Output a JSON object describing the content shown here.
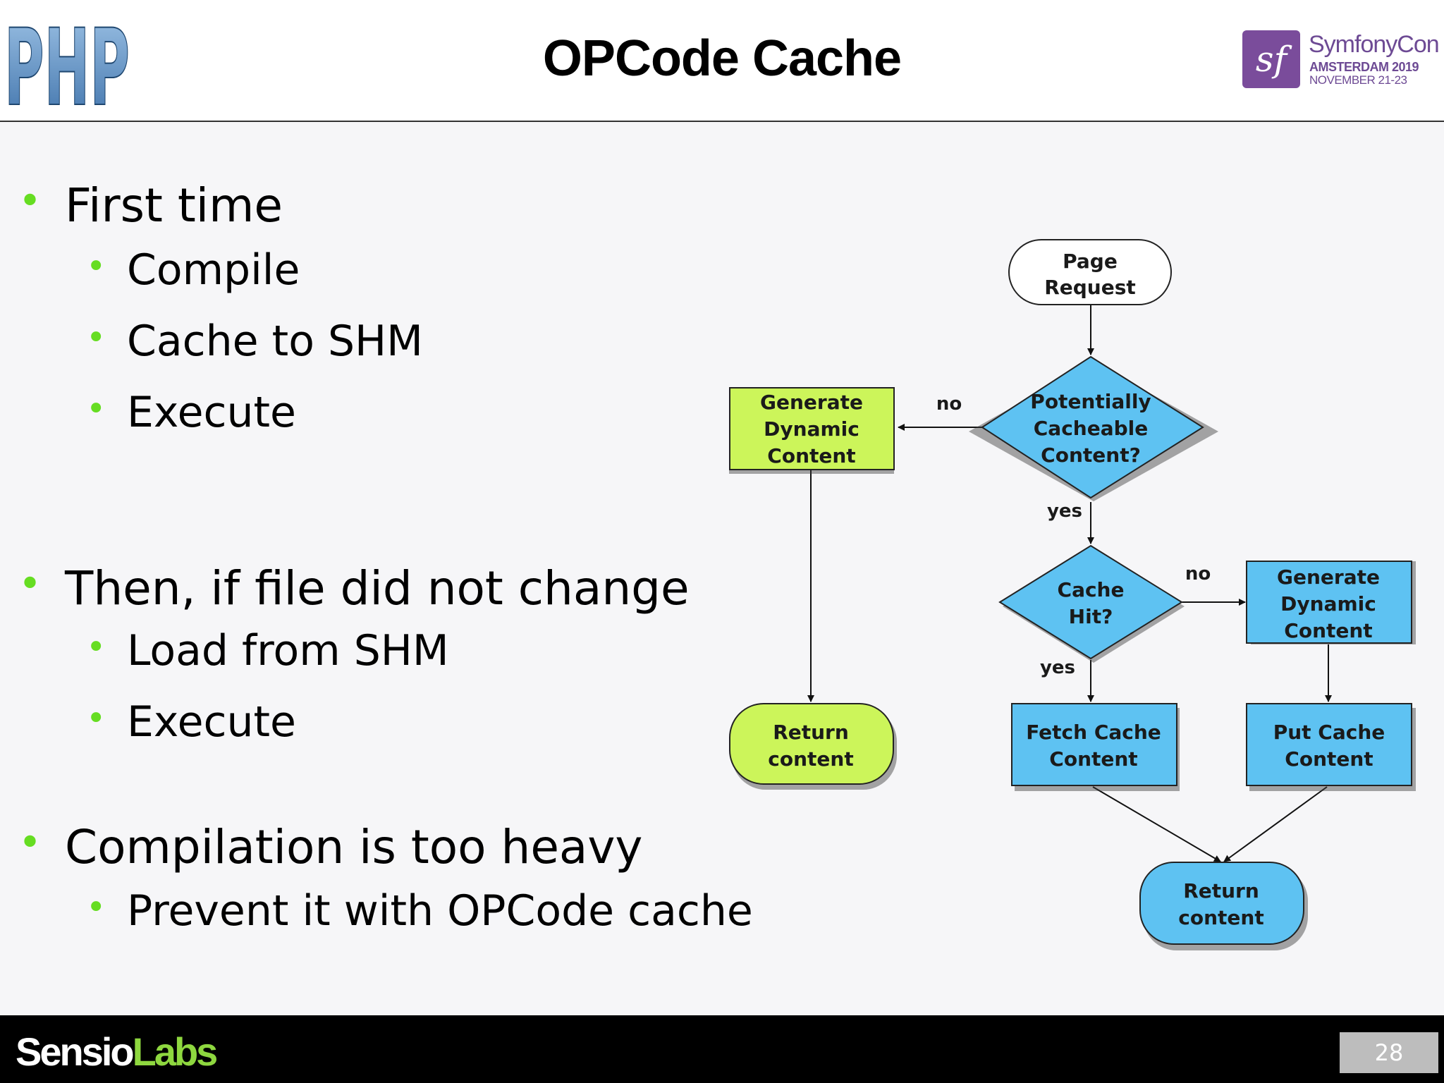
{
  "header": {
    "title": "OPCode Cache",
    "php_logo_text": "PHP",
    "conference": {
      "badge_glyph": "sf",
      "name": "SymfonyCon",
      "city": "AMSTERDAM 2019",
      "dates": "NOVEMBER 21-23",
      "color": "#6d4a94"
    }
  },
  "bullets": {
    "first_time": "First time",
    "compile": "Compile",
    "cache_to_shm": "Cache to SHM",
    "execute_1": "Execute",
    "then_if": "Then, if file did not change",
    "load_from_shm": "Load from SHM",
    "execute_2": "Execute",
    "compilation": "Compilation is too heavy",
    "prevent": "Prevent it with OPCode cache",
    "bullet_color": "#66dd22"
  },
  "flowchart": {
    "page_request": [
      "Page",
      "Request"
    ],
    "potentially_cacheable": [
      "Potentially",
      "Cacheable",
      "Content?"
    ],
    "generate_dynamic_left": [
      "Generate",
      "Dynamic",
      "Content"
    ],
    "cache_hit": [
      "Cache",
      "Hit?"
    ],
    "generate_dynamic_right": [
      "Generate",
      "Dynamic",
      "Content"
    ],
    "return_content_left": [
      "Return",
      "content"
    ],
    "fetch_cache": [
      "Fetch Cache",
      "Content"
    ],
    "put_cache": [
      "Put Cache",
      "Content"
    ],
    "return_content_bottom": [
      "Return",
      "content"
    ],
    "label_no_1": "no",
    "label_yes_1": "yes",
    "label_no_2": "no",
    "label_yes_2": "yes",
    "colors": {
      "green": "#ccf55a",
      "blue": "#5ec2f2"
    }
  },
  "footer": {
    "logo_part1": "Sensio",
    "logo_part2": "Labs",
    "page_number": "28"
  }
}
